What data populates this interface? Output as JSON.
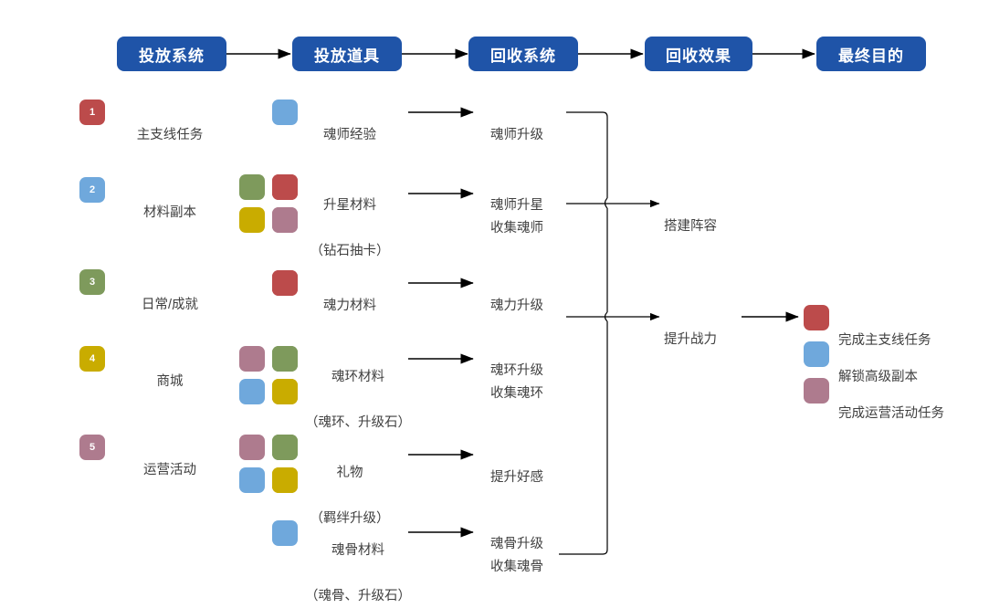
{
  "colors": {
    "header_blue": "#1f54a8",
    "red": "#bc4b4b",
    "blue": "#6fa8dc",
    "green": "#7e9a5c",
    "gold": "#c9ac00",
    "mauve": "#ae7b8e",
    "text": "#404040",
    "line": "#000000"
  },
  "header": {
    "boxes": [
      {
        "label": "投放系统"
      },
      {
        "label": "投放道具"
      },
      {
        "label": "回收系统"
      },
      {
        "label": "回收效果"
      },
      {
        "label": "最终目的"
      }
    ]
  },
  "sources": [
    {
      "number": "1",
      "label": "主支线任务",
      "badge_color": "#bc4b4b"
    },
    {
      "number": "2",
      "label": "材料副本",
      "badge_color": "#6fa8dc"
    },
    {
      "number": "3",
      "label": "日常/成就",
      "badge_color": "#7e9a5c"
    },
    {
      "number": "4",
      "label": "商城",
      "badge_color": "#c9ac00"
    },
    {
      "number": "5",
      "label": "运营活动",
      "badge_color": "#ae7b8e"
    }
  ],
  "items": [
    {
      "name": "魂师经验",
      "sub": "",
      "effect": "魂师升级"
    },
    {
      "name": "升星材料",
      "sub": "（钻石抽卡）",
      "effect": "魂师升星\n收集魂师"
    },
    {
      "name": "魂力材料",
      "sub": "",
      "effect": "魂力升级"
    },
    {
      "name": "魂环材料",
      "sub": "（魂环、升级石）",
      "effect": "魂环升级\n收集魂环"
    },
    {
      "name": "礼物",
      "sub": "（羁绊升级）",
      "effect": "提升好感"
    },
    {
      "name": "魂骨材料",
      "sub": "（魂骨、升级石）",
      "effect": "魂骨升级\n收集魂骨"
    }
  ],
  "outcomes": [
    {
      "label": "搭建阵容"
    },
    {
      "label": "提升战力"
    }
  ],
  "goals": [
    {
      "label": "完成主支线任务",
      "color": "#bc4b4b"
    },
    {
      "label": "解锁高级副本",
      "color": "#6fa8dc"
    },
    {
      "label": "完成运营活动任务",
      "color": "#ae7b8e"
    }
  ]
}
